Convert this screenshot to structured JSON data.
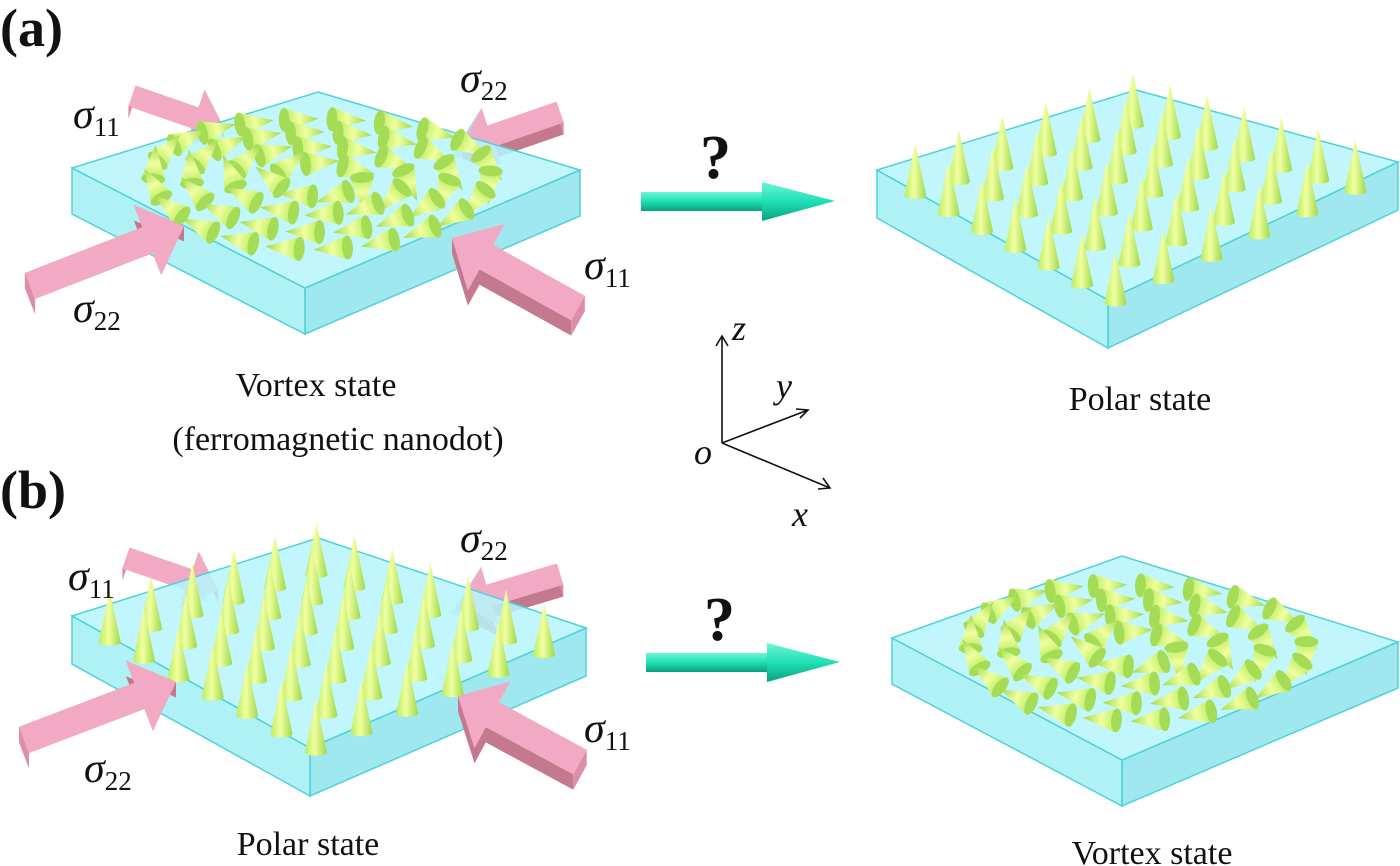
{
  "panels": {
    "a": {
      "label": "(a)",
      "left_state": {
        "caption_line1": "Vortex state",
        "caption_line2": "(ferromagnetic nanodot)"
      },
      "right_state": {
        "caption": "Polar state"
      },
      "transition_mark": "?"
    },
    "b": {
      "label": "(b)",
      "left_state": {
        "caption": "Polar state"
      },
      "right_state": {
        "caption": "Vortex state"
      },
      "transition_mark": "?"
    }
  },
  "stresses": {
    "sigma_symbol": "σ",
    "s11_subscript": "11",
    "s22_subscript": "22"
  },
  "axes": {
    "origin": "o",
    "x": "x",
    "y": "y",
    "z": "z"
  },
  "colors": {
    "nanodot": "#b6f6fb",
    "nanodot_edge": "#4fd2d6",
    "cone": "#d9f77a",
    "stress_arrow": "#f2aac4",
    "transition_arrow": "#1ee0b5"
  },
  "icons": {
    "stress": "stress-arrow-icon",
    "moment": "cone-icon",
    "transition": "transition-arrow-icon"
  }
}
